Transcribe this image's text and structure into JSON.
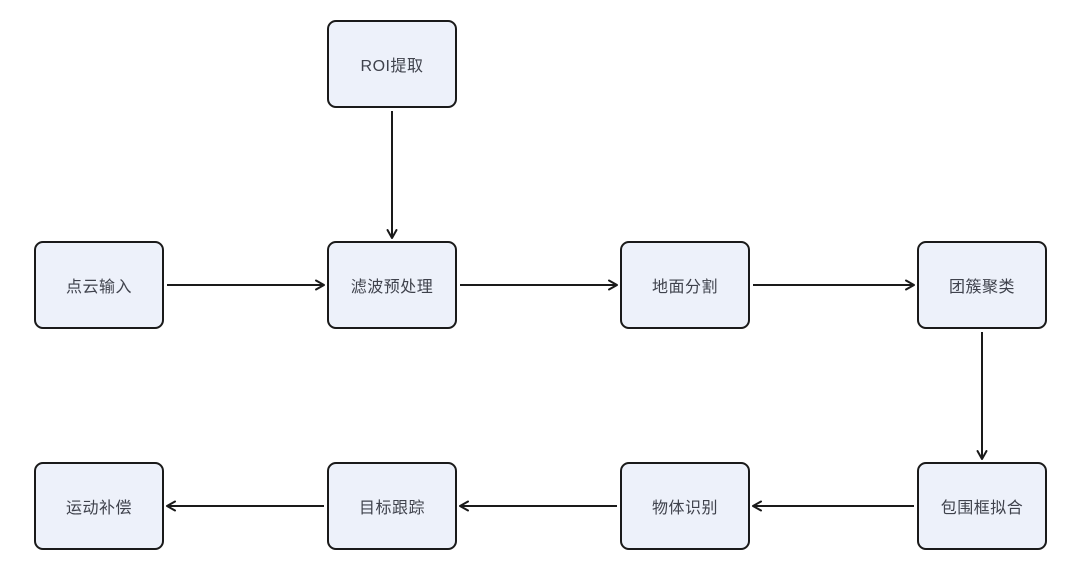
{
  "diagram": {
    "type": "flowchart",
    "nodes": {
      "roi_extraction": {
        "label": "ROI提取"
      },
      "point_cloud_input": {
        "label": "点云输入"
      },
      "filter_preprocess": {
        "label": "滤波预处理"
      },
      "ground_segmentation": {
        "label": "地面分割"
      },
      "cluster_clustering": {
        "label": "团簇聚类"
      },
      "bounding_box_fitting": {
        "label": "包围框拟合"
      },
      "object_recognition": {
        "label": "物体识别"
      },
      "target_tracking": {
        "label": "目标跟踪"
      },
      "motion_compensation": {
        "label": "运动补偿"
      }
    },
    "edges": [
      {
        "from": "roi_extraction",
        "to": "filter_preprocess"
      },
      {
        "from": "point_cloud_input",
        "to": "filter_preprocess"
      },
      {
        "from": "filter_preprocess",
        "to": "ground_segmentation"
      },
      {
        "from": "ground_segmentation",
        "to": "cluster_clustering"
      },
      {
        "from": "cluster_clustering",
        "to": "bounding_box_fitting"
      },
      {
        "from": "bounding_box_fitting",
        "to": "object_recognition"
      },
      {
        "from": "object_recognition",
        "to": "target_tracking"
      },
      {
        "from": "target_tracking",
        "to": "motion_compensation"
      }
    ],
    "colors": {
      "background": "#FFFFFF",
      "node_fill": "#EDF1FA",
      "node_border": "#1A1A1A",
      "arrow": "#1A1A1A",
      "text": "#3F424C"
    }
  }
}
